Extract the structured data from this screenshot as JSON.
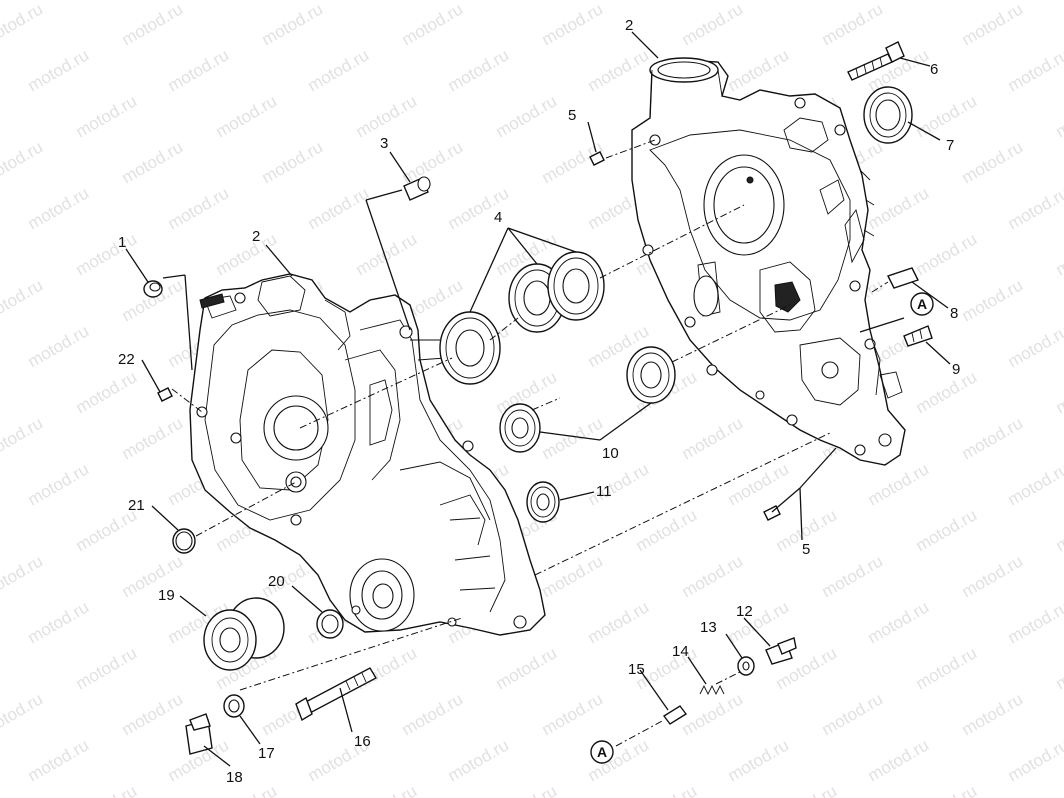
{
  "watermark": "motod.ru",
  "callouts": [
    {
      "id": "p1",
      "text": "1"
    },
    {
      "id": "p2a",
      "text": "2"
    },
    {
      "id": "p2b",
      "text": "2"
    },
    {
      "id": "p3",
      "text": "3"
    },
    {
      "id": "p4",
      "text": "4"
    },
    {
      "id": "p5a",
      "text": "5"
    },
    {
      "id": "p5b",
      "text": "5"
    },
    {
      "id": "p6",
      "text": "6"
    },
    {
      "id": "p7",
      "text": "7"
    },
    {
      "id": "p8",
      "text": "8"
    },
    {
      "id": "p9",
      "text": "9"
    },
    {
      "id": "p10",
      "text": "10"
    },
    {
      "id": "p11",
      "text": "11"
    },
    {
      "id": "p12",
      "text": "12"
    },
    {
      "id": "p13",
      "text": "13"
    },
    {
      "id": "p14",
      "text": "14"
    },
    {
      "id": "p15",
      "text": "15"
    },
    {
      "id": "p16",
      "text": "16"
    },
    {
      "id": "p17",
      "text": "17"
    },
    {
      "id": "p18",
      "text": "18"
    },
    {
      "id": "p19",
      "text": "19"
    },
    {
      "id": "p20",
      "text": "20"
    },
    {
      "id": "p21",
      "text": "21"
    },
    {
      "id": "p22",
      "text": "22"
    }
  ],
  "reference_marks": [
    {
      "id": "refA1",
      "text": "A"
    },
    {
      "id": "refA2",
      "text": "A"
    }
  ]
}
